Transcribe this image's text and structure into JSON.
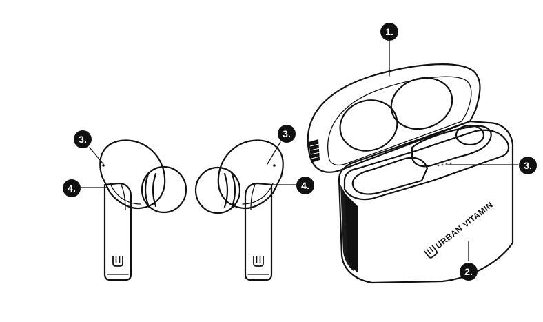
{
  "callouts": {
    "c1": "1.",
    "c2": "2.",
    "c3_left": "3.",
    "c3_mid": "3.",
    "c3_right": "3.",
    "c4_left": "4.",
    "c4_mid": "4."
  },
  "brand": {
    "name": "URBAN VITAMIN",
    "logo_icon": "urban-vitamin-logo-icon"
  },
  "colors": {
    "ink": "#111111",
    "background": "#ffffff",
    "callout_fill": "#111111",
    "callout_text": "#ffffff"
  }
}
